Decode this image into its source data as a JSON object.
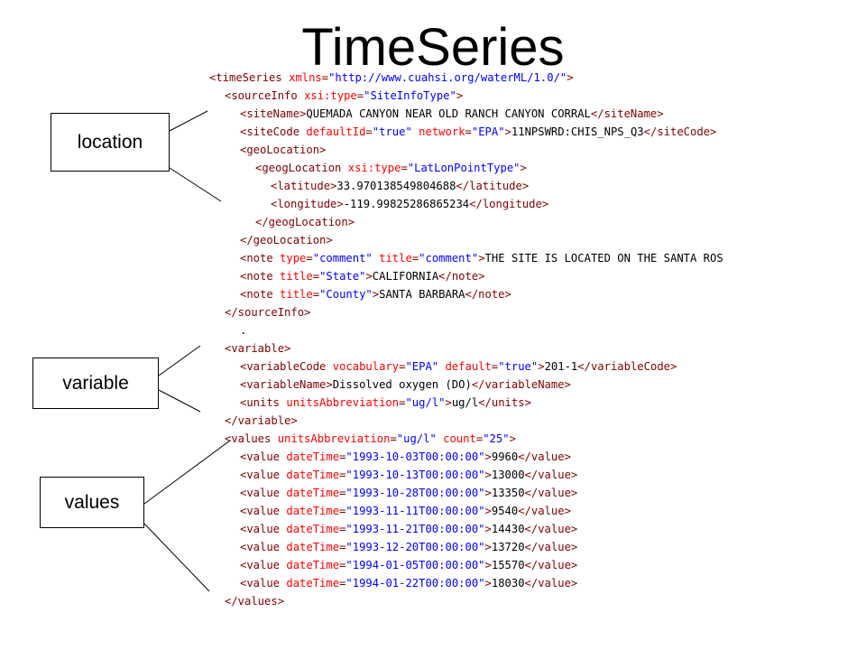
{
  "title": "TimeSeries",
  "callouts": {
    "location": "location",
    "variable": "variable",
    "values": "values"
  },
  "colors": {
    "tag": "#800000",
    "attribute": "#ff0000",
    "attribute_value": "#0000ff",
    "text": "#000000"
  },
  "code_lines": [
    {
      "indent": 0,
      "parts": [
        {
          "t": "tag",
          "s": "<timeSeries "
        },
        {
          "t": "attr",
          "s": "xmlns"
        },
        {
          "t": "tag",
          "s": "="
        },
        {
          "t": "val",
          "s": "\"http://www.cuahsi.org/waterML/1.0/\""
        },
        {
          "t": "tag",
          "s": ">"
        }
      ]
    },
    {
      "indent": 1,
      "parts": [
        {
          "t": "tag",
          "s": "<sourceInfo "
        },
        {
          "t": "attr",
          "s": "xsi:type"
        },
        {
          "t": "tag",
          "s": "="
        },
        {
          "t": "val",
          "s": "\"SiteInfoType\""
        },
        {
          "t": "tag",
          "s": ">"
        }
      ]
    },
    {
      "indent": 2,
      "parts": [
        {
          "t": "tag",
          "s": "<siteName>"
        },
        {
          "t": "text",
          "s": "QUEMADA CANYON NEAR OLD RANCH CANYON CORRAL"
        },
        {
          "t": "tag",
          "s": "</siteName>"
        }
      ]
    },
    {
      "indent": 2,
      "parts": [
        {
          "t": "tag",
          "s": "<siteCode "
        },
        {
          "t": "attr",
          "s": "defaultId"
        },
        {
          "t": "tag",
          "s": "="
        },
        {
          "t": "val",
          "s": "\"true\""
        },
        {
          "t": "tag",
          "s": " "
        },
        {
          "t": "attr",
          "s": "network"
        },
        {
          "t": "tag",
          "s": "="
        },
        {
          "t": "val",
          "s": "\"EPA\""
        },
        {
          "t": "tag",
          "s": ">"
        },
        {
          "t": "text",
          "s": "11NPSWRD:CHIS_NPS_Q3"
        },
        {
          "t": "tag",
          "s": "</siteCode>"
        }
      ]
    },
    {
      "indent": 2,
      "parts": [
        {
          "t": "tag",
          "s": "<geoLocation>"
        }
      ]
    },
    {
      "indent": 3,
      "parts": [
        {
          "t": "tag",
          "s": "<geogLocation "
        },
        {
          "t": "attr",
          "s": "xsi:type"
        },
        {
          "t": "tag",
          "s": "="
        },
        {
          "t": "val",
          "s": "\"LatLonPointType\""
        },
        {
          "t": "tag",
          "s": ">"
        }
      ]
    },
    {
      "indent": 4,
      "parts": [
        {
          "t": "tag",
          "s": "<latitude>"
        },
        {
          "t": "text",
          "s": "33.970138549804688"
        },
        {
          "t": "tag",
          "s": "</latitude>"
        }
      ]
    },
    {
      "indent": 4,
      "parts": [
        {
          "t": "tag",
          "s": "<longitude>"
        },
        {
          "t": "text",
          "s": "-119.99825286865234"
        },
        {
          "t": "tag",
          "s": "</longitude>"
        }
      ]
    },
    {
      "indent": 3,
      "parts": [
        {
          "t": "tag",
          "s": "</geogLocation>"
        }
      ]
    },
    {
      "indent": 2,
      "parts": [
        {
          "t": "tag",
          "s": "</geoLocation>"
        }
      ]
    },
    {
      "indent": 2,
      "parts": [
        {
          "t": "tag",
          "s": "<note "
        },
        {
          "t": "attr",
          "s": "type"
        },
        {
          "t": "tag",
          "s": "="
        },
        {
          "t": "val",
          "s": "\"comment\""
        },
        {
          "t": "tag",
          "s": " "
        },
        {
          "t": "attr",
          "s": "title"
        },
        {
          "t": "tag",
          "s": "="
        },
        {
          "t": "val",
          "s": "\"comment\""
        },
        {
          "t": "tag",
          "s": ">"
        },
        {
          "t": "text",
          "s": "THE SITE IS LOCATED ON THE SANTA ROS"
        }
      ]
    },
    {
      "indent": 2,
      "parts": [
        {
          "t": "tag",
          "s": "<note "
        },
        {
          "t": "attr",
          "s": "title"
        },
        {
          "t": "tag",
          "s": "="
        },
        {
          "t": "val",
          "s": "\"State\""
        },
        {
          "t": "tag",
          "s": ">"
        },
        {
          "t": "text",
          "s": "CALIFORNIA"
        },
        {
          "t": "tag",
          "s": "</note>"
        }
      ]
    },
    {
      "indent": 2,
      "parts": [
        {
          "t": "tag",
          "s": "<note "
        },
        {
          "t": "attr",
          "s": "title"
        },
        {
          "t": "tag",
          "s": "="
        },
        {
          "t": "val",
          "s": "\"County\""
        },
        {
          "t": "tag",
          "s": ">"
        },
        {
          "t": "text",
          "s": "SANTA BARBARA"
        },
        {
          "t": "tag",
          "s": "</note>"
        }
      ]
    },
    {
      "indent": 1,
      "parts": [
        {
          "t": "tag",
          "s": "</sourceInfo>"
        }
      ]
    },
    {
      "indent": 2,
      "dot": true,
      "parts": [
        {
          "t": "text",
          "s": "."
        }
      ]
    },
    {
      "indent": 1,
      "parts": [
        {
          "t": "tag",
          "s": "<variable>"
        }
      ]
    },
    {
      "indent": 2,
      "parts": [
        {
          "t": "tag",
          "s": "<variableCode "
        },
        {
          "t": "attr",
          "s": "vocabulary"
        },
        {
          "t": "tag",
          "s": "="
        },
        {
          "t": "val",
          "s": "\"EPA\""
        },
        {
          "t": "tag",
          "s": " "
        },
        {
          "t": "attr",
          "s": "default"
        },
        {
          "t": "tag",
          "s": "="
        },
        {
          "t": "val",
          "s": "\"true\""
        },
        {
          "t": "tag",
          "s": ">"
        },
        {
          "t": "text",
          "s": "201-1"
        },
        {
          "t": "tag",
          "s": "</variableCode>"
        }
      ]
    },
    {
      "indent": 2,
      "parts": [
        {
          "t": "tag",
          "s": "<variableName>"
        },
        {
          "t": "text",
          "s": "Dissolved oxygen (DO)"
        },
        {
          "t": "tag",
          "s": "</variableName>"
        }
      ]
    },
    {
      "indent": 2,
      "parts": [
        {
          "t": "tag",
          "s": "<units "
        },
        {
          "t": "attr",
          "s": "unitsAbbreviation"
        },
        {
          "t": "tag",
          "s": "="
        },
        {
          "t": "val",
          "s": "\"ug/l\""
        },
        {
          "t": "tag",
          "s": ">"
        },
        {
          "t": "text",
          "s": "ug/l"
        },
        {
          "t": "tag",
          "s": "</units>"
        }
      ]
    },
    {
      "indent": 1,
      "parts": [
        {
          "t": "tag",
          "s": "</variable>"
        }
      ]
    },
    {
      "indent": 1,
      "parts": [
        {
          "t": "tag",
          "s": "<values "
        },
        {
          "t": "attr",
          "s": "unitsAbbreviation"
        },
        {
          "t": "tag",
          "s": "="
        },
        {
          "t": "val",
          "s": "\"ug/l\""
        },
        {
          "t": "tag",
          "s": " "
        },
        {
          "t": "attr",
          "s": "count"
        },
        {
          "t": "tag",
          "s": "="
        },
        {
          "t": "val",
          "s": "\"25\""
        },
        {
          "t": "tag",
          "s": ">"
        }
      ]
    },
    {
      "indent": 2,
      "parts": [
        {
          "t": "tag",
          "s": "<value "
        },
        {
          "t": "attr",
          "s": "dateTime"
        },
        {
          "t": "tag",
          "s": "="
        },
        {
          "t": "val",
          "s": "\"1993-10-03T00:00:00\""
        },
        {
          "t": "tag",
          "s": ">"
        },
        {
          "t": "text",
          "s": "9960"
        },
        {
          "t": "tag",
          "s": "</value>"
        }
      ]
    },
    {
      "indent": 2,
      "parts": [
        {
          "t": "tag",
          "s": "<value "
        },
        {
          "t": "attr",
          "s": "dateTime"
        },
        {
          "t": "tag",
          "s": "="
        },
        {
          "t": "val",
          "s": "\"1993-10-13T00:00:00\""
        },
        {
          "t": "tag",
          "s": ">"
        },
        {
          "t": "text",
          "s": "13000"
        },
        {
          "t": "tag",
          "s": "</value>"
        }
      ]
    },
    {
      "indent": 2,
      "parts": [
        {
          "t": "tag",
          "s": "<value "
        },
        {
          "t": "attr",
          "s": "dateTime"
        },
        {
          "t": "tag",
          "s": "="
        },
        {
          "t": "val",
          "s": "\"1993-10-28T00:00:00\""
        },
        {
          "t": "tag",
          "s": ">"
        },
        {
          "t": "text",
          "s": "13350"
        },
        {
          "t": "tag",
          "s": "</value>"
        }
      ]
    },
    {
      "indent": 2,
      "parts": [
        {
          "t": "tag",
          "s": "<value "
        },
        {
          "t": "attr",
          "s": "dateTime"
        },
        {
          "t": "tag",
          "s": "="
        },
        {
          "t": "val",
          "s": "\"1993-11-11T00:00:00\""
        },
        {
          "t": "tag",
          "s": ">"
        },
        {
          "t": "text",
          "s": "9540"
        },
        {
          "t": "tag",
          "s": "</value>"
        }
      ]
    },
    {
      "indent": 2,
      "parts": [
        {
          "t": "tag",
          "s": "<value "
        },
        {
          "t": "attr",
          "s": "dateTime"
        },
        {
          "t": "tag",
          "s": "="
        },
        {
          "t": "val",
          "s": "\"1993-11-21T00:00:00\""
        },
        {
          "t": "tag",
          "s": ">"
        },
        {
          "t": "text",
          "s": "14430"
        },
        {
          "t": "tag",
          "s": "</value>"
        }
      ]
    },
    {
      "indent": 2,
      "parts": [
        {
          "t": "tag",
          "s": "<value "
        },
        {
          "t": "attr",
          "s": "dateTime"
        },
        {
          "t": "tag",
          "s": "="
        },
        {
          "t": "val",
          "s": "\"1993-12-20T00:00:00\""
        },
        {
          "t": "tag",
          "s": ">"
        },
        {
          "t": "text",
          "s": "13720"
        },
        {
          "t": "tag",
          "s": "</value>"
        }
      ]
    },
    {
      "indent": 2,
      "parts": [
        {
          "t": "tag",
          "s": "<value "
        },
        {
          "t": "attr",
          "s": "dateTime"
        },
        {
          "t": "tag",
          "s": "="
        },
        {
          "t": "val",
          "s": "\"1994-01-05T00:00:00\""
        },
        {
          "t": "tag",
          "s": ">"
        },
        {
          "t": "text",
          "s": "15570"
        },
        {
          "t": "tag",
          "s": "</value>"
        }
      ]
    },
    {
      "indent": 2,
      "parts": [
        {
          "t": "tag",
          "s": "<value "
        },
        {
          "t": "attr",
          "s": "dateTime"
        },
        {
          "t": "tag",
          "s": "="
        },
        {
          "t": "val",
          "s": "\"1994-01-22T00:00:00\""
        },
        {
          "t": "tag",
          "s": ">"
        },
        {
          "t": "text",
          "s": "18030"
        },
        {
          "t": "tag",
          "s": "</value>"
        }
      ]
    },
    {
      "indent": 1,
      "parts": [
        {
          "t": "tag",
          "s": "</values>"
        }
      ]
    }
  ]
}
